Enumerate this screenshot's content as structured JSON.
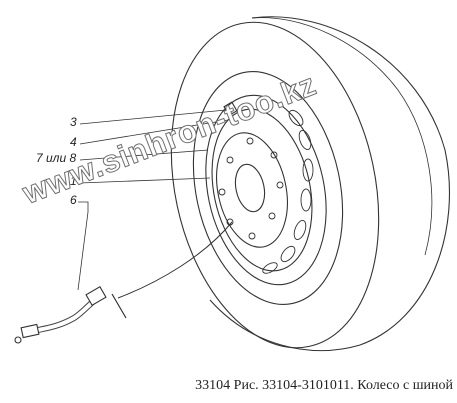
{
  "callouts": {
    "c3": "3",
    "c4": "4",
    "c7or8": "7 или 8",
    "c1": "1",
    "c6": "6"
  },
  "watermark": "www.sinhron-too.kz",
  "caption": "33104 Рис. 33104-3101011. Колесо с шиной",
  "colors": {
    "line": "#333333",
    "watermark_outline": "#6f6f6f"
  }
}
